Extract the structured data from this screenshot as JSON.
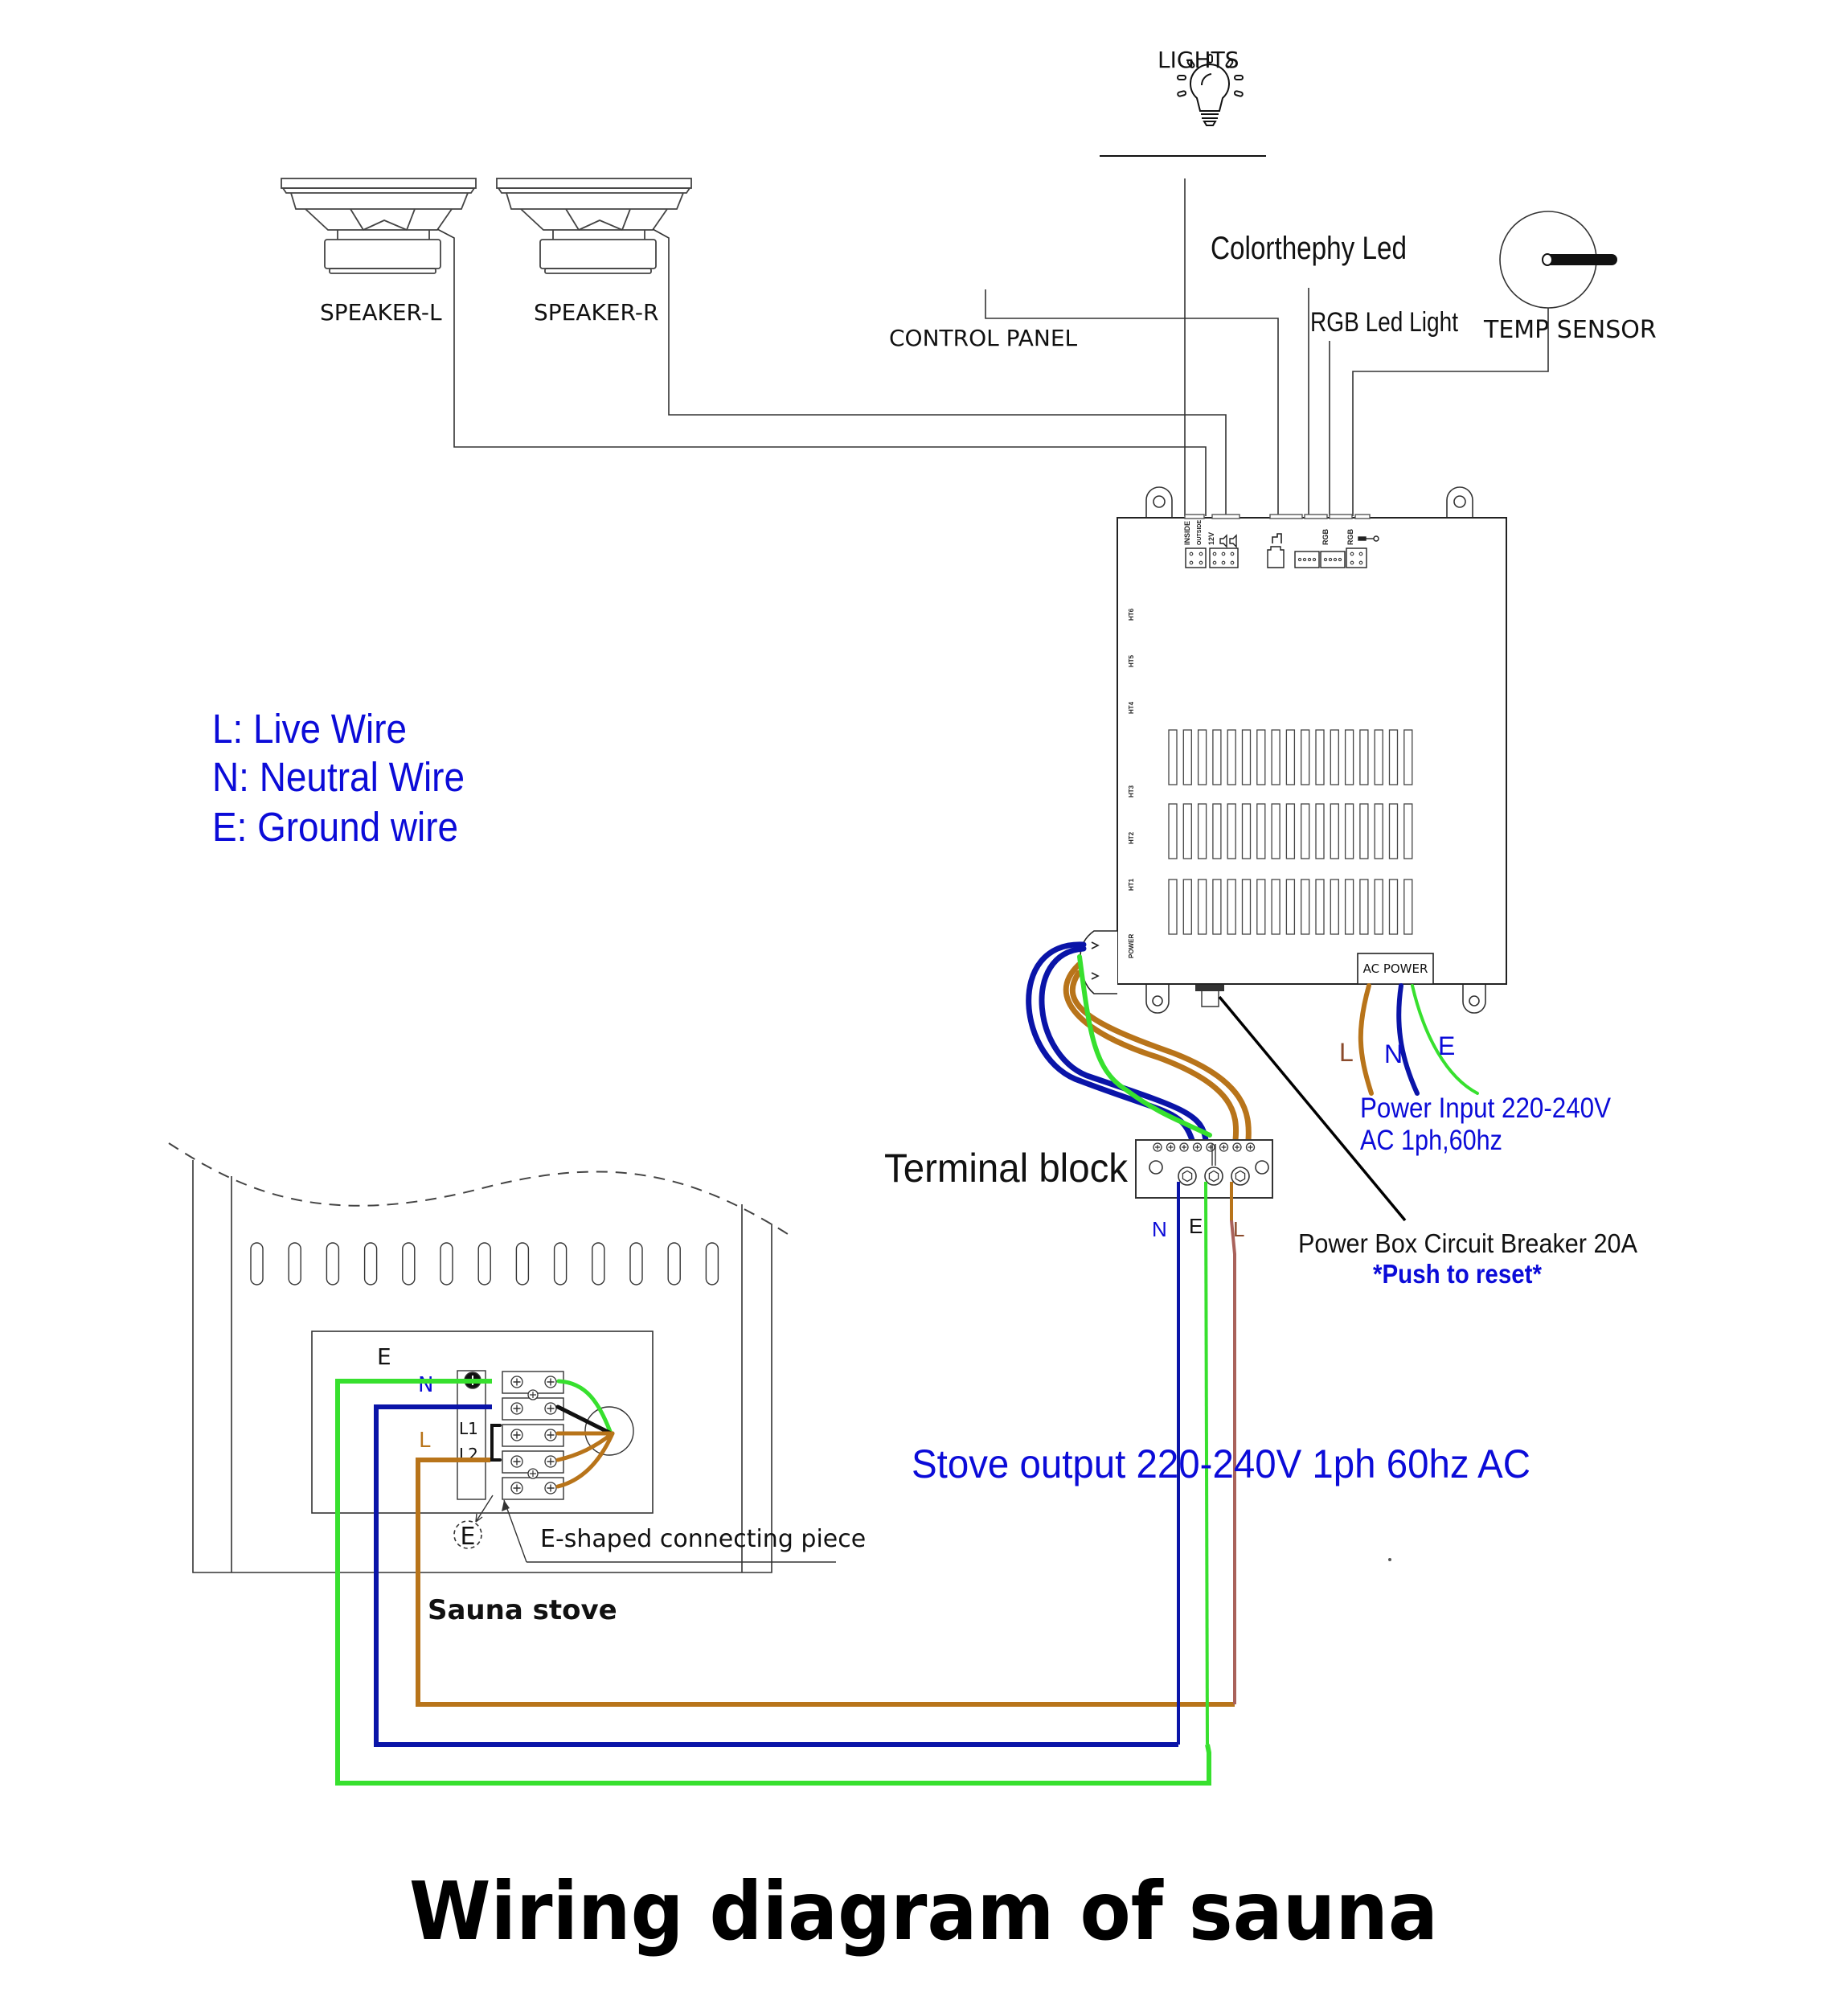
{
  "title": "Wiring diagram of sauna",
  "colors": {
    "live": "#B8741A",
    "live_run": "#A9625B",
    "neutral": "#0A14A8",
    "earth": "#37E02E",
    "label_blue": "#0B0BD8",
    "label_brown": "#8B4A2B",
    "line": "#111111",
    "jumper": "#111111"
  },
  "devices": {
    "lights": {
      "label": "LIGHTS",
      "icon": "lightbulb-icon"
    },
    "speaker_l": {
      "label": "SPEAKER-L",
      "icon": "speaker-icon"
    },
    "speaker_r": {
      "label": "SPEAKER-R",
      "icon": "speaker-icon"
    },
    "control_panel": {
      "label": "CONTROL PANEL"
    },
    "colortherapy_led": {
      "label": "Colorthephy Led"
    },
    "rgb_led": {
      "label": "RGB Led Light"
    },
    "temp_sensor": {
      "label": "TEMP SENSOR",
      "icon": "temperature-probe-icon"
    }
  },
  "controller": {
    "top_ports": [
      {
        "id": "inside",
        "label": "INSIDE"
      },
      {
        "id": "outside",
        "label": "OUTSIDE"
      },
      {
        "id": "12v",
        "label": "12V"
      },
      {
        "id": "spk1",
        "label": "speaker-icon"
      },
      {
        "id": "spk2",
        "label": "speaker-icon"
      },
      {
        "id": "panel",
        "label": "hand-icon"
      },
      {
        "id": "rgb1",
        "label": "RGB"
      },
      {
        "id": "rgb2",
        "label": "RGB"
      },
      {
        "id": "temp",
        "label": "thermometer-icon"
      }
    ],
    "side_labels": [
      "HT6",
      "HT5",
      "HT4",
      "HT3",
      "HT2",
      "HT1",
      "POWER"
    ],
    "ac_power_label": "AC POWER"
  },
  "legend": [
    {
      "key": "L",
      "text": "L: Live Wire"
    },
    {
      "key": "N",
      "text": "N: Neutral Wire"
    },
    {
      "key": "E",
      "text": "E: Ground wire"
    }
  ],
  "power_input": {
    "wire_labels": {
      "L": "L",
      "N": "N",
      "E": "E"
    },
    "line1": "Power Input  220-240V",
    "line2": "AC 1ph,60hz"
  },
  "terminal_block": {
    "label": "Terminal block",
    "wire_labels": {
      "N": "N",
      "E": "E",
      "L": "L"
    }
  },
  "breaker": {
    "line1": "Power Box Circuit Breaker 20A",
    "line2": "*Push to reset*"
  },
  "stove_output": "Stove output 220-240V 1ph 60hz AC",
  "stove": {
    "label": "Sauna stove",
    "wire_labels": {
      "E": "E",
      "N": "N",
      "L": "L"
    },
    "terminal_labels": {
      "L1": "L1",
      "L2": "L2"
    },
    "earth_symbol": "E",
    "e_piece_label": "E-shaped connecting piece",
    "vent_slots": 13
  }
}
